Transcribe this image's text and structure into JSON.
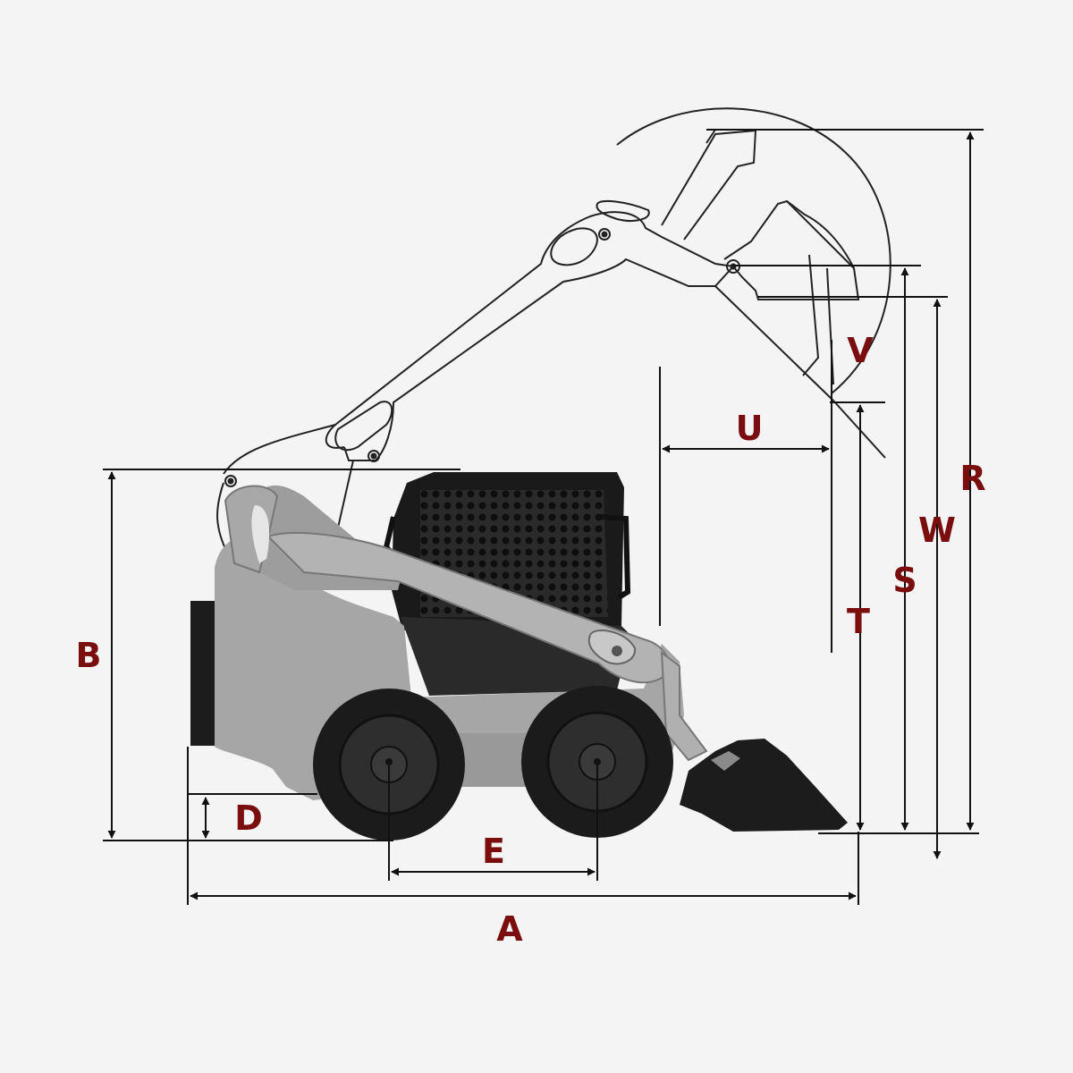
{
  "colors": {
    "background": "#f4f4f4",
    "label": "#7a0d0d",
    "dimension_line": "#111111",
    "body_gray": "#a5a5a5",
    "dark": "#1c1c1c"
  },
  "dimension_labels": {
    "A": "A",
    "B": "B",
    "D": "D",
    "E": "E",
    "R": "R",
    "S": "S",
    "T": "T",
    "U": "U",
    "V": "V",
    "W": "W"
  }
}
